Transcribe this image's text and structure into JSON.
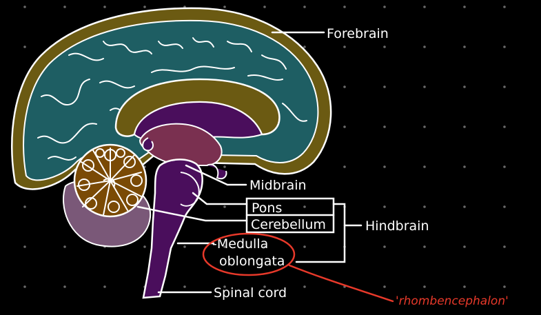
{
  "labels": {
    "forebrain": "Forebrain",
    "midbrain": "Midbrain",
    "pons": "Pons",
    "cerebellum": "Cerebellum",
    "hindbrain": "Hindbrain",
    "medulla_line1": "-Medulla",
    "medulla_line2": "oblongata",
    "spinal_cord": "Spinal cord",
    "annotation": "'rhombencephalon'"
  },
  "colors": {
    "background": "#000000",
    "outline": "#ffffff",
    "cortex": "#1e5e63",
    "cortex_rim": "#6b5a12",
    "corpus_callosum": "#6b5a12",
    "diencephalon": "#4a0e5c",
    "midbrain": "#7a3050",
    "brainstem": "#4a0e5c",
    "cerebellum_core": "#7a4a05",
    "cerebellum_back": "#7a5878",
    "annotation": "#e8392a"
  }
}
